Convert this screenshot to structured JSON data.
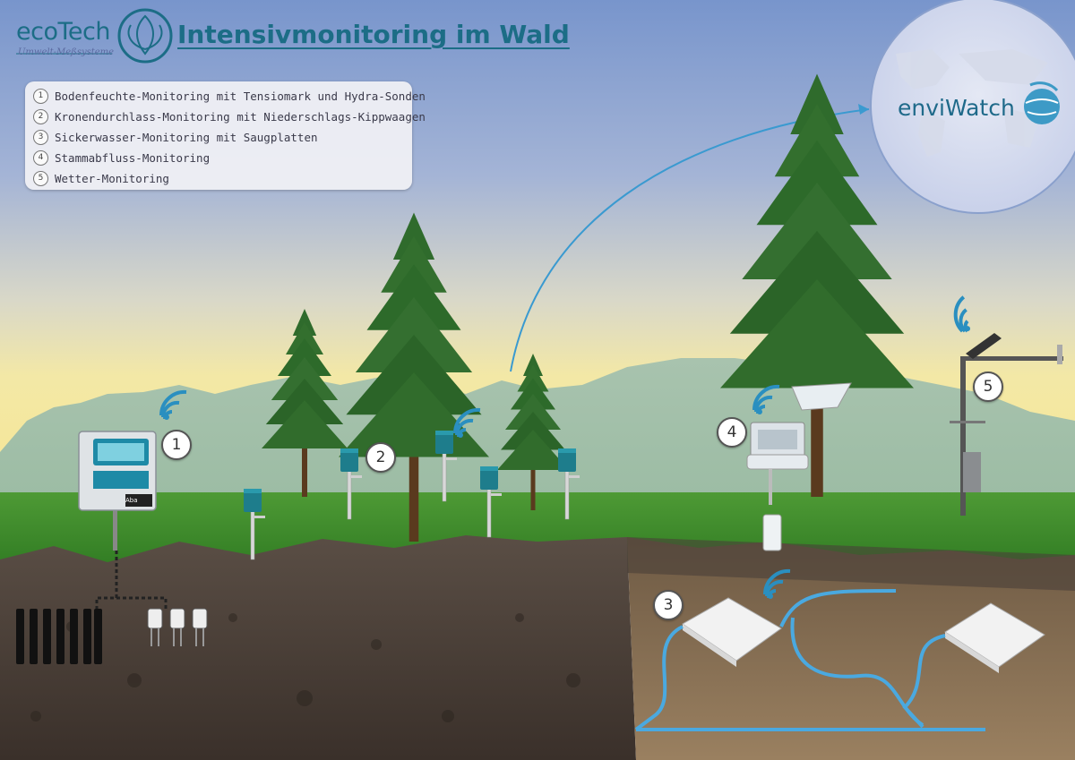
{
  "logo": {
    "brand": "ecoTech",
    "tagline": "Umwelt-Meßsysteme"
  },
  "title": "Intensivmonitoring im Wald",
  "legend": [
    {
      "number": "1",
      "label": "Bodenfeuchte-Monitoring mit Tensiomark und Hydra-Sonden"
    },
    {
      "number": "2",
      "label": "Kronendurchlass-Monitoring mit Niederschlags-Kippwaagen"
    },
    {
      "number": "3",
      "label": "Sickerwasser-Monitoring mit Saugplatten"
    },
    {
      "number": "4",
      "label": "Stammabfluss-Monitoring"
    },
    {
      "number": "5",
      "label": "Wetter-Monitoring"
    }
  ],
  "badges": [
    "1",
    "2",
    "3",
    "4",
    "5"
  ],
  "cloud": {
    "brand": "enviWatch"
  },
  "logger_label": "Aba",
  "colors": {
    "accent": "#1c6d86",
    "sky_top": "#7895cc",
    "grass": "#3f8a2c",
    "wifi": "#2a8fc0"
  }
}
